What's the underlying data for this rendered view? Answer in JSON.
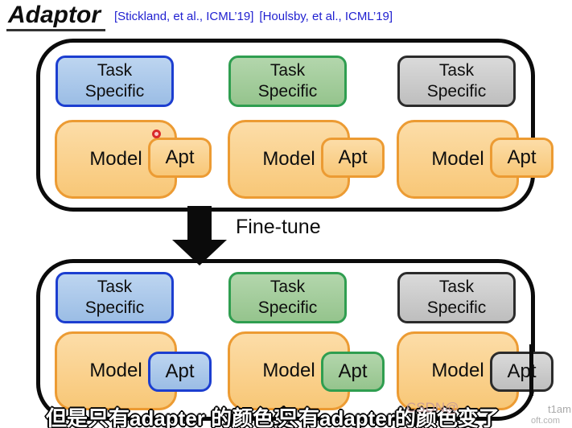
{
  "title": "Adaptor",
  "citations": [
    "[Stickland, et al., ICML’19]",
    "[Houlsby, et al., ICML’19]"
  ],
  "fine_tune_label": "Fine-tune",
  "stages": {
    "pretrained": {
      "columns": [
        {
          "task": "Task Specific",
          "model": "Model",
          "adapter": "Apt"
        },
        {
          "task": "Task Specific",
          "model": "Model",
          "adapter": "Apt"
        },
        {
          "task": "Task Specific",
          "model": "Model",
          "adapter": "Apt"
        }
      ]
    },
    "finetuned": {
      "columns": [
        {
          "task": "Task Specific",
          "model": "Model",
          "adapter": "Apt"
        },
        {
          "task": "Task Specific",
          "model": "Model",
          "adapter": "Apt"
        },
        {
          "task": "Task Specific",
          "model": "Model",
          "adapter": "Apt"
        }
      ]
    }
  },
  "subtitle": {
    "left": "但是只有adapter 的颜色变",
    "right": "只有adapter的颜色变了"
  },
  "watermark": {
    "brand": "CSDN@",
    "fragment_right": "t1am",
    "fragment_bottom": "oft.com"
  },
  "colors": {
    "task_blue_fill": "#aecbea",
    "task_blue_border": "#1c3ed0",
    "task_green_fill": "#a6cfa0",
    "task_green_border": "#2f9e50",
    "task_gray_fill": "#cccccc",
    "task_gray_border": "#2b2b2b",
    "model_fill": "#fbd291",
    "model_border": "#ec9b33",
    "citation_text": "#1f1fd0",
    "pointer_dot": "#d92b2b"
  }
}
